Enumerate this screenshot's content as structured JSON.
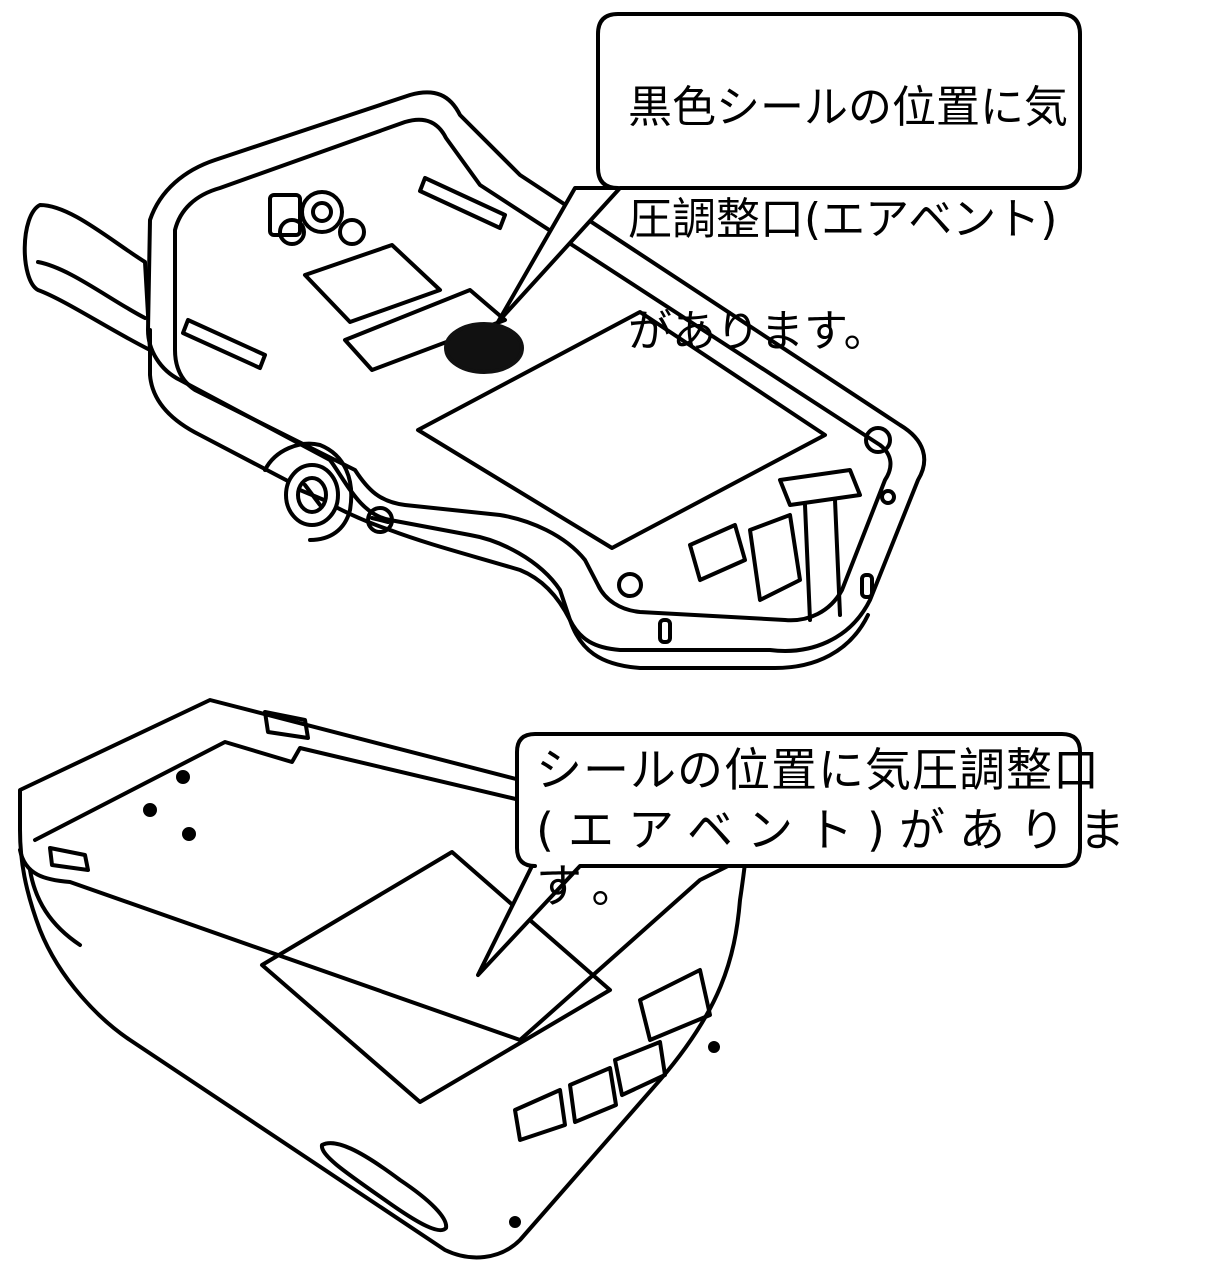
{
  "callouts": {
    "top": {
      "lines": [
        "黒色シールの位置に気",
        "圧調整口(エアベント)",
        "があります。"
      ]
    },
    "bottom": {
      "line1": "シールの位置に気圧調整口",
      "line2": "(エアベント)があります。"
    }
  },
  "colors": {
    "stroke": "#000000",
    "fill": "#ffffff",
    "seal": "#111111"
  }
}
